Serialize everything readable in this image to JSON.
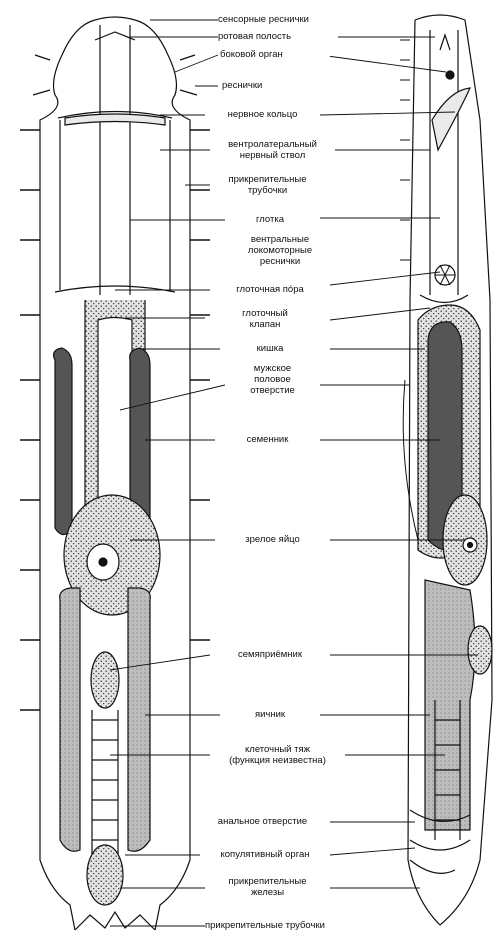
{
  "labels": {
    "sensory_cilia": "сенсорные реснички",
    "mouth_cavity": "ротовая полость",
    "lateral_organ": "боковой орган",
    "cilia": "реснички",
    "nerve_ring": "нервное кольцо",
    "ventrolateral_nerve_cord": "вентролатеральный\nнервный ствол",
    "adhesive_tubules_1": "прикрепительные\nтрубочки",
    "pharynx": "глотка",
    "ventral_locomotor_cilia": "вентральные\nлокомоторные\nреснички",
    "pharyngeal_pore": "глоточная по́ра",
    "pharyngeal_valve": "глоточный\nклапан",
    "intestine": "кишка",
    "male_opening": "мужское\nполовое\nотверстие",
    "testis": "семенник",
    "mature_egg": "зрелое яйцо",
    "seminal_receptacle": "семяприёмник",
    "ovary": "яичник",
    "cell_cord": "клеточный тяж\n(функция неизвестна)",
    "anus": "анальное отверстие",
    "copulatory_organ": "копулятивный орган",
    "adhesive_glands": "прикрепительные\nжелезы",
    "adhesive_tubules_2": "прикрепительные трубочки"
  },
  "colors": {
    "ink": "#111111",
    "stipple_fill": "#d6d6d6",
    "dark_fill": "#555555"
  }
}
